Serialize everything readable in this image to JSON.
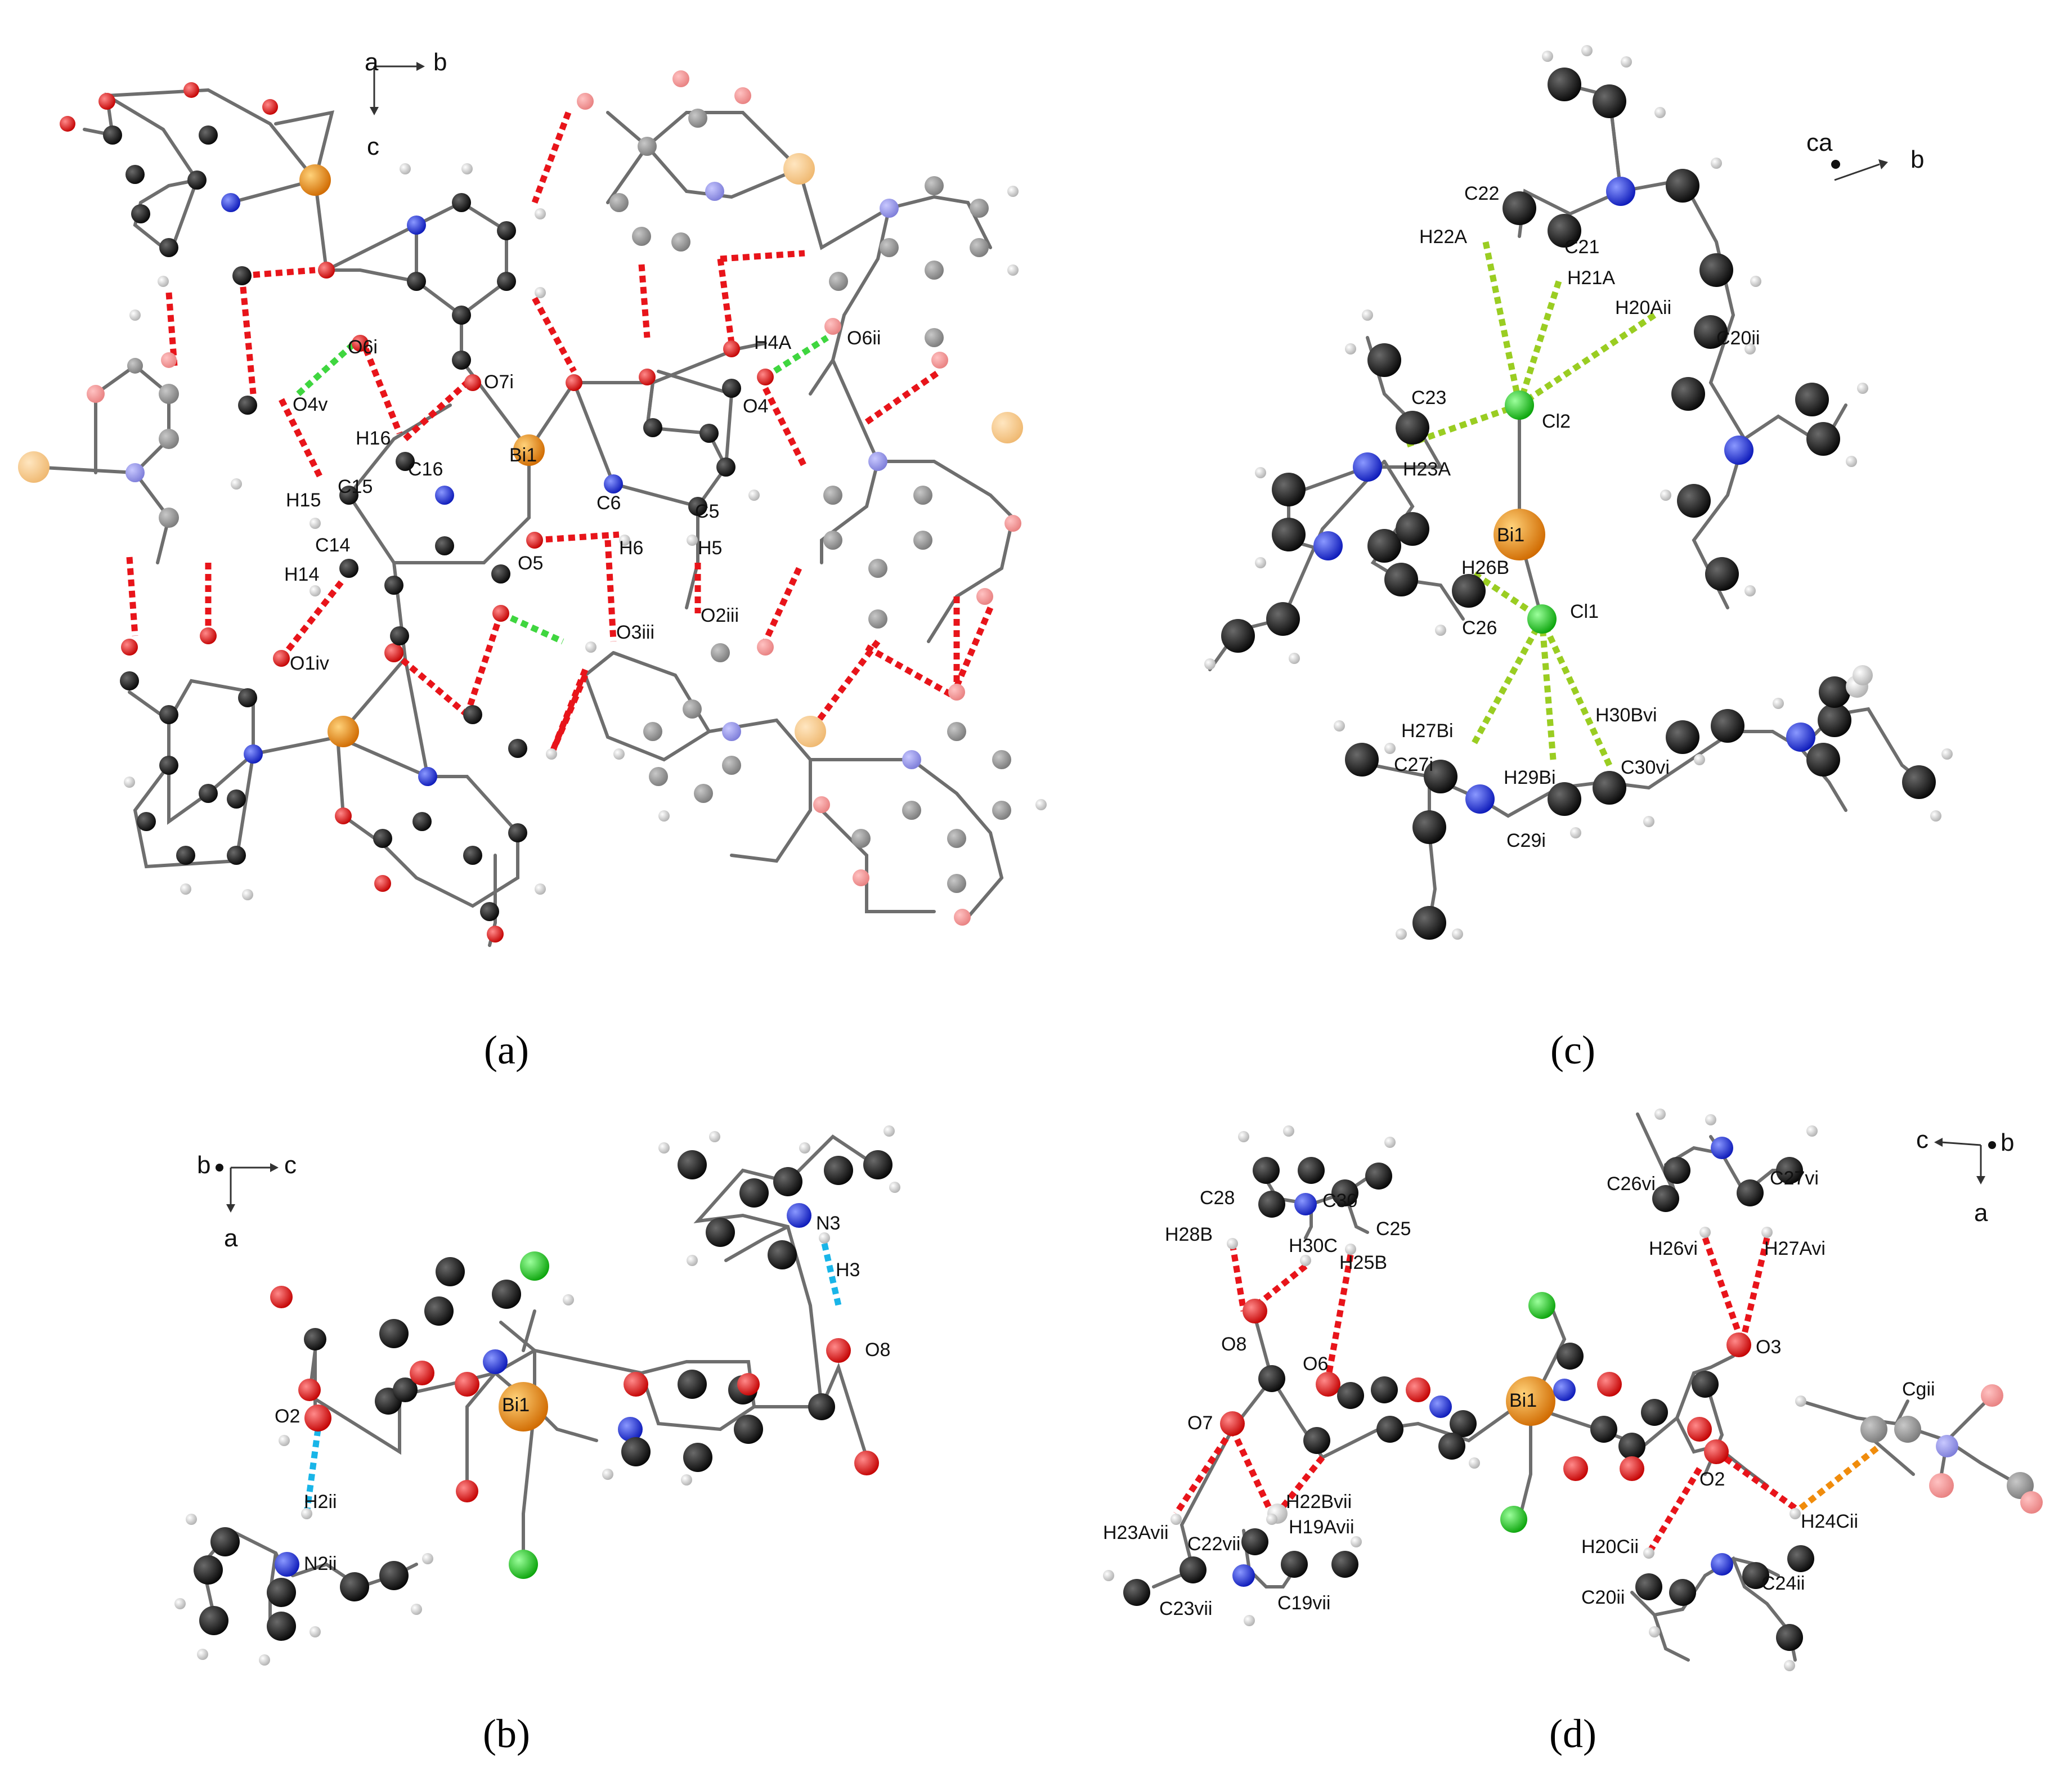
{
  "colors": {
    "carbon": "#111111",
    "hydrogen": "#f2f2f2",
    "oxygen": "#e8141a",
    "nitrogen": "#1526e0",
    "bismuth": "#f08c0c",
    "chlorine": "#13d113",
    "faded_carbon": "#8c8c8c",
    "faded_oxygen": "#f08c8c",
    "faded_nitrogen": "#8c8ce6",
    "faded_bismuth": "#f5c98c",
    "hbond_red": "#e8141a",
    "hbond_green": "#3fd63f",
    "hbond_lime": "#9acd22",
    "hbond_cyan": "#19b5e8",
    "pi_orange": "#f08c0c"
  },
  "panel_a": {
    "caption": "(a)",
    "axes": {
      "a": "a",
      "b": "b",
      "c": "c"
    },
    "labels": {
      "O6i": "O6i",
      "O7i": "O7i",
      "O4v": "O4v",
      "H16": "H16",
      "C16": "C16",
      "H15": "H15",
      "C15": "C15",
      "C14": "C14",
      "H14": "H14",
      "O1iv": "O1iv",
      "Bi1": "Bi1",
      "O5": "O5",
      "C6": "C6",
      "C5": "C5",
      "H6": "H6",
      "H5": "H5",
      "O3iii": "O3iii",
      "O2iii": "O2iii",
      "H4A": "H4A",
      "O4": "O4",
      "O6ii": "O6ii"
    }
  },
  "panel_b": {
    "caption": "(b)",
    "axes": {
      "b": "b",
      "c": "c",
      "a": "a"
    },
    "labels": {
      "N3": "N3",
      "H3": "H3",
      "O8": "O8",
      "O2": "O2",
      "Bi1": "Bi1",
      "H2ii": "H2ii",
      "N2ii": "N2ii"
    }
  },
  "panel_c": {
    "caption": "(c)",
    "axes": {
      "ca": "ca",
      "b": "b"
    },
    "labels": {
      "C22": "C22",
      "H22A": "H22A",
      "C21": "C21",
      "H21A": "H21A",
      "H20Aii": "H20Aii",
      "C20ii": "C20ii",
      "C23": "C23",
      "Cl2": "Cl2",
      "H23A": "H23A",
      "Bi1": "Bi1",
      "H26B": "H26B",
      "Cl1": "Cl1",
      "C26": "C26",
      "H27Bi": "H27Bi",
      "C27i": "C27i",
      "H29Bi": "H29Bi",
      "C29i": "C29i",
      "H30Bvi": "H30Bvi",
      "C30vi": "C30vi"
    }
  },
  "panel_d": {
    "caption": "(d)",
    "axes": {
      "c": "c",
      "b": "b",
      "a": "a"
    },
    "labels": {
      "C28": "C28",
      "C30": "C30",
      "C25": "C25",
      "H28B": "H28B",
      "H30C": "H30C",
      "H25B": "H25B",
      "O8": "O8",
      "O6": "O6",
      "O7": "O7",
      "H23Avii": "H23Avii",
      "H22Bvii": "H22Bvii",
      "H19Avii": "H19Avii",
      "C22vii": "C22vii",
      "C23vii": "C23vii",
      "C19vii": "C19vii",
      "Bi1": "Bi1",
      "C26vi": "C26vi",
      "C27vi": "C27vi",
      "H26vi": "H26vi",
      "H27Avi": "H27Avi",
      "O3": "O3",
      "Cgii": "Cgii",
      "O2": "O2",
      "H24Cii": "H24Cii",
      "H20Cii": "H20Cii",
      "C20ii": "C20ii",
      "C24ii": "C24ii"
    }
  }
}
